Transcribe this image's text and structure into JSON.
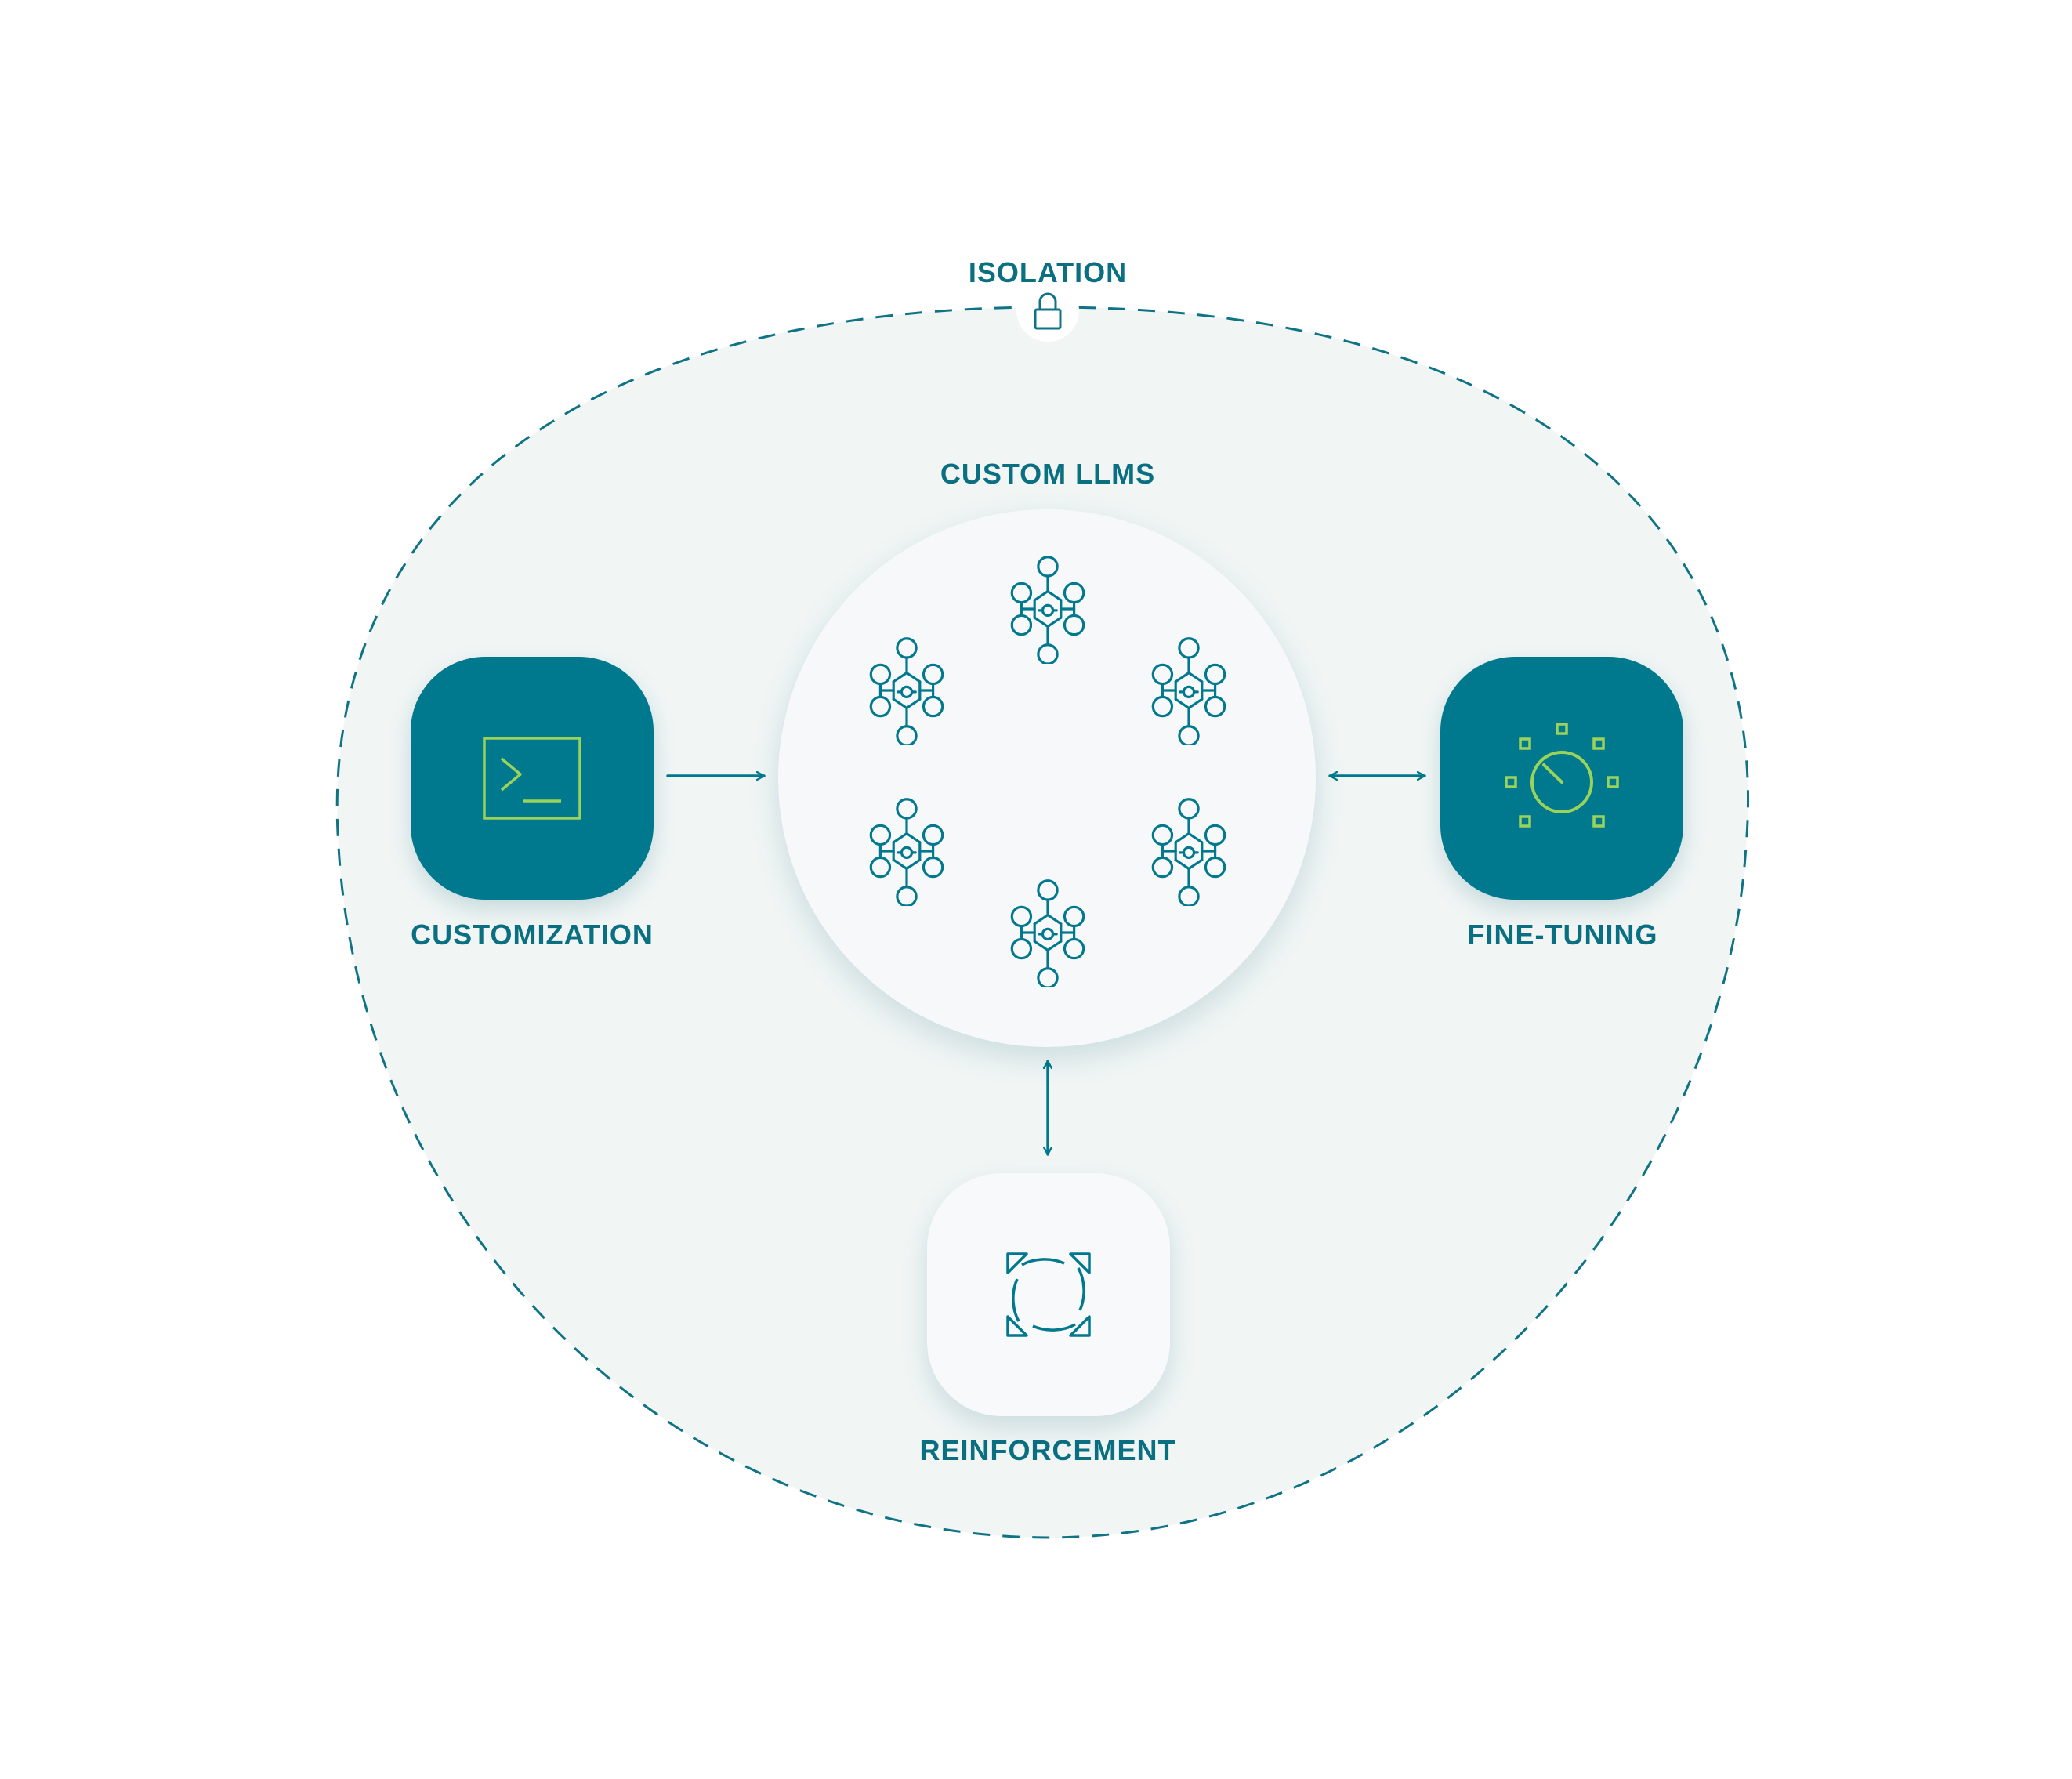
{
  "labels": {
    "isolation": "ISOLATION",
    "custom_llms": "CUSTOM LLMS",
    "customization": "CUSTOMIZATION",
    "fine_tuning": "FINE-TUNING",
    "reinforcement": "REINFORCEMENT"
  },
  "colors": {
    "teal": "#00788e",
    "text": "#0b6f82",
    "lime": "#9bd35a",
    "region_fill": "#f1f6f5",
    "circle_fill": "#f7f8fa",
    "tile_light": "#f8f9fa"
  },
  "icons": {
    "isolation": "lock-icon",
    "customization": "terminal-icon",
    "fine_tuning": "dial-icon",
    "reinforcement": "cycle-arrows-icon",
    "llm_nodes": "neural-network-icon"
  },
  "llm_node_count": 6
}
